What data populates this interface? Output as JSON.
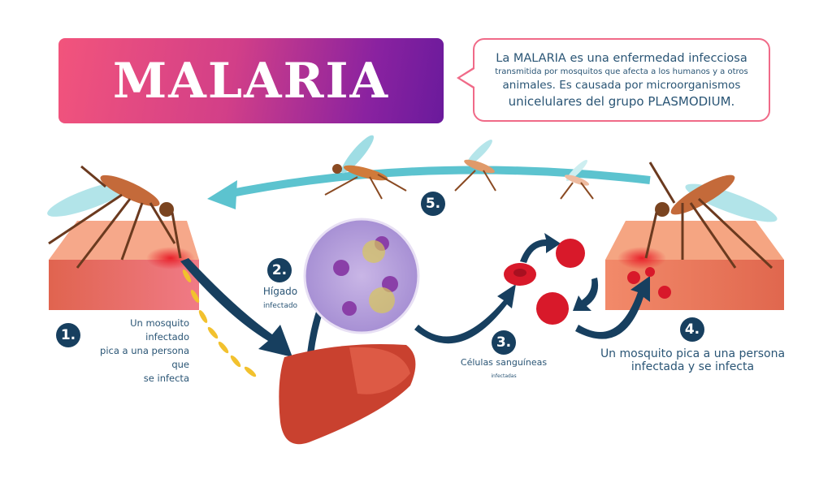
{
  "title": "MALARIA",
  "intro": {
    "line1": "La MALARIA es una enfermedad infecciosa",
    "line2": "transmitida por mosquitos que afecta a los humanos y a otros",
    "line3": "animales. Es causada por microorganismos",
    "line4": "unicelulares del grupo PLASMODIUM."
  },
  "steps": [
    {
      "number": "1.",
      "text_lines": [
        "Un mosquito infectado",
        "pica a una persona que",
        "se infecta"
      ]
    },
    {
      "number": "2.",
      "title": "Hígado",
      "subtitle": "infectado"
    },
    {
      "number": "3.",
      "title": "Células sanguíneas",
      "subtitle": "infectadas"
    },
    {
      "number": "4.",
      "text_lines": [
        "Un mosquito pica a una persona",
        "infectada y se infecta"
      ]
    },
    {
      "number": "5."
    }
  ],
  "colors": {
    "navy": "#173f5f",
    "text": "#2a5575",
    "cyan": "#5cc3cf",
    "pink": "#f06a88",
    "skin": "#f5a582",
    "liver": "#c9412f",
    "blood": "#d8192a"
  }
}
